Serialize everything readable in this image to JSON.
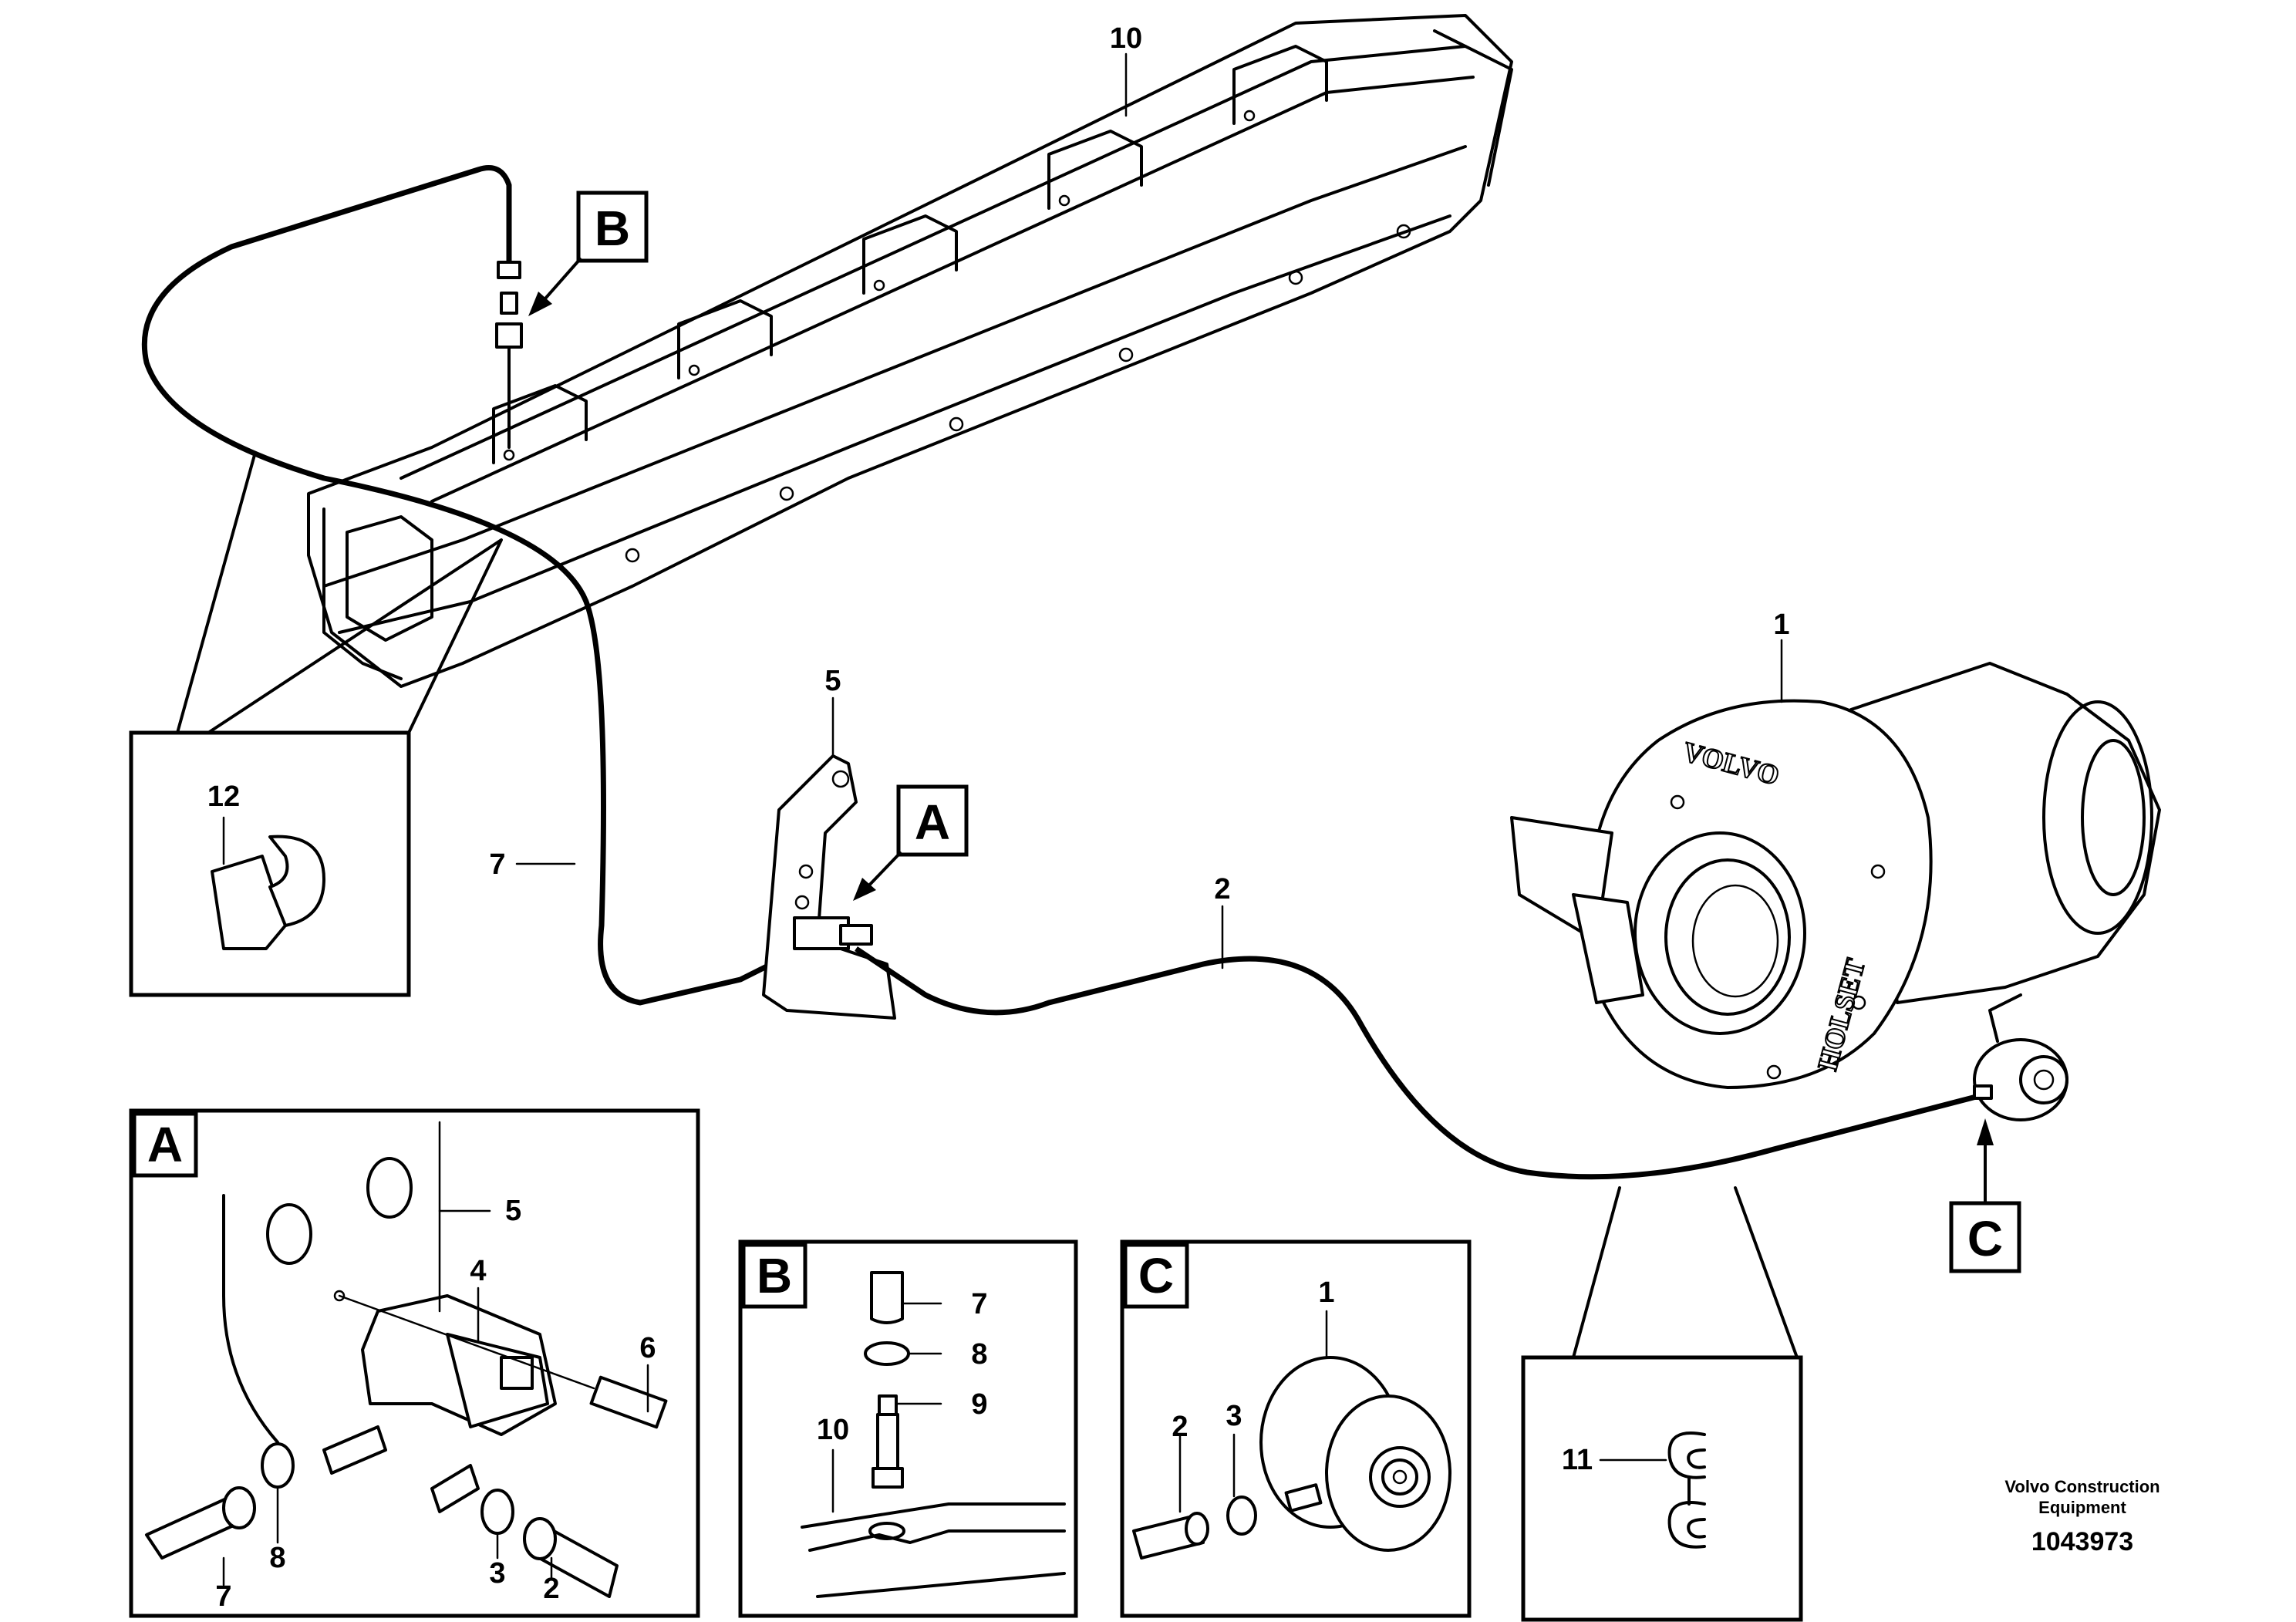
{
  "callouts": {
    "n1_main": "1",
    "n2_main": "2",
    "n5_main": "5",
    "n7_main": "7",
    "n10_main": "10",
    "n12_box": "12",
    "a_detail": {
      "n5": "5",
      "n4": "4",
      "n6": "6",
      "n7": "7",
      "n8": "8",
      "n3": "3",
      "n2": "2"
    },
    "b_detail": {
      "n7": "7",
      "n8": "8",
      "n9": "9",
      "n10": "10"
    },
    "c_detail": {
      "n1": "1",
      "n2": "2",
      "n3": "3"
    },
    "n11_box": "11"
  },
  "view_labels": {
    "a_main": "A",
    "b_main": "B",
    "c_main": "C",
    "a_box": "A",
    "b_box": "B",
    "c_box": "C"
  },
  "turbo_markings": {
    "volvo": "VOLVO",
    "holset": "HOLSET"
  },
  "footer": {
    "brand_line1": "Volvo Construction",
    "brand_line2": "Equipment",
    "doc_number": "1043973"
  }
}
